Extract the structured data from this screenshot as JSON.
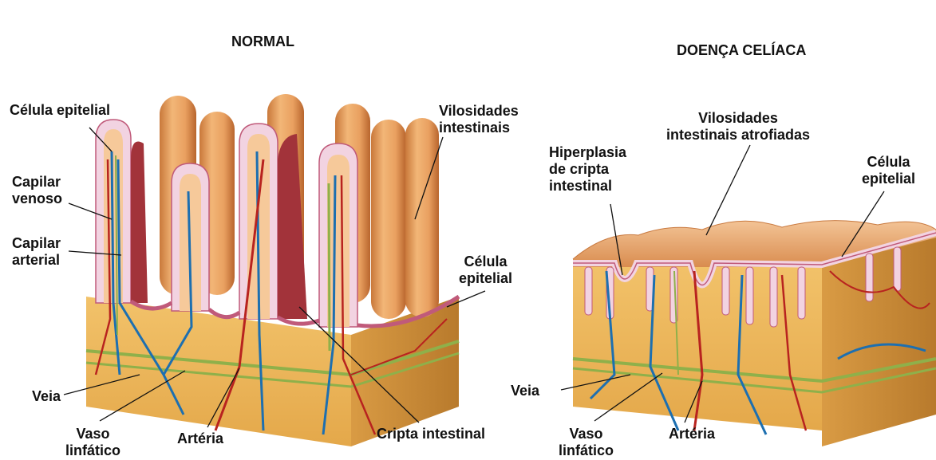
{
  "normal": {
    "title": "NORMAL",
    "labels": {
      "epithelial_cell_top": "Célula epitelial",
      "villi_1": "Vilosidades",
      "villi_2": "intestinais",
      "venous_capillary_1": "Capilar",
      "venous_capillary_2": "venoso",
      "arterial_capillary_1": "Capilar",
      "arterial_capillary_2": "arterial",
      "epithelial_cell_right_1": "Célula",
      "epithelial_cell_right_2": "epitelial",
      "vein": "Veia",
      "lymph_vessel_1": "Vaso",
      "lymph_vessel_2": "linfático",
      "artery": "Artéria",
      "crypt": "Cripta intestinal"
    }
  },
  "celiac": {
    "title": "DOENÇA CELÍACA",
    "labels": {
      "atrophied_villi_1": "Vilosidades",
      "atrophied_villi_2": "intestinais  atrofiadas",
      "crypt_hyperplasia_1": "Hiperplasia",
      "crypt_hyperplasia_2": "de cripta",
      "crypt_hyperplasia_3": "intestinal",
      "epithelial_cell_1": "Célula",
      "epithelial_cell_2": "epitelial",
      "vein": "Veia",
      "lymph_vessel_1": "Vaso",
      "lymph_vessel_2": "linfático",
      "artery": "Artéria"
    }
  },
  "colors": {
    "villus": "#e9a566",
    "villus_shadow": "#b8652d",
    "tissue": "#edb65a",
    "tissue_side": "#c98a35",
    "epithelium": "#f2d3e1",
    "crypt_wall": "#a2333a",
    "vein": "#1d6fb0",
    "artery": "#b8231f",
    "lymph": "#8fb04a"
  }
}
